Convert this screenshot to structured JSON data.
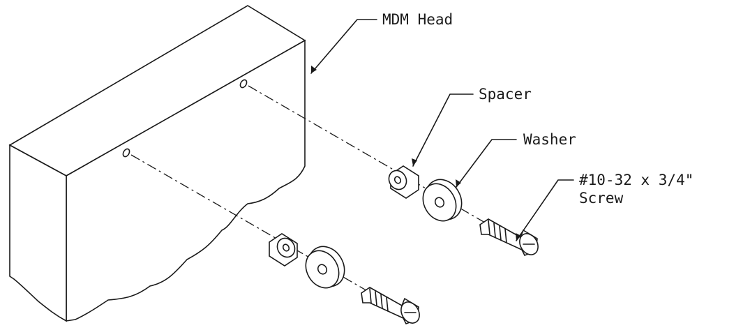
{
  "labels": {
    "mdm_head": "MDM Head",
    "spacer": "Spacer",
    "washer": "Washer",
    "screw_line1": "#10-32 x 3/4\"",
    "screw_line2": "Screw"
  }
}
